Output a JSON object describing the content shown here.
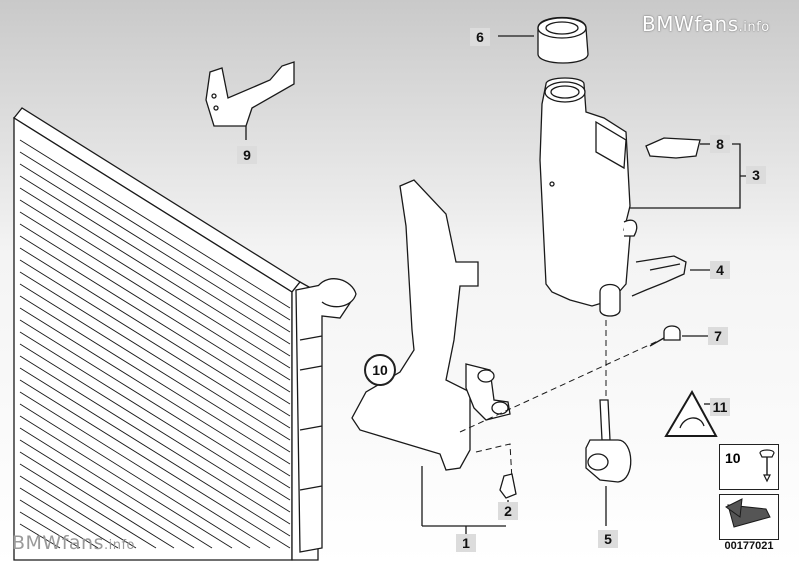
{
  "watermark_top": {
    "main": "BMWfans",
    "suffix": ".info"
  },
  "watermark_bottom": {
    "main": "BMWfans",
    "suffix": ".info"
  },
  "callouts": {
    "c1": "1",
    "c2": "2",
    "c3": "3",
    "c4": "4",
    "c5": "5",
    "c6": "6",
    "c7": "7",
    "c8": "8",
    "c9": "9",
    "c10": "10",
    "c11": "11"
  },
  "ref_box_number": "10",
  "diagram_id": "00177021",
  "colors": {
    "line": "#1a1a1a",
    "callout_bg": "#dcdcdc"
  }
}
